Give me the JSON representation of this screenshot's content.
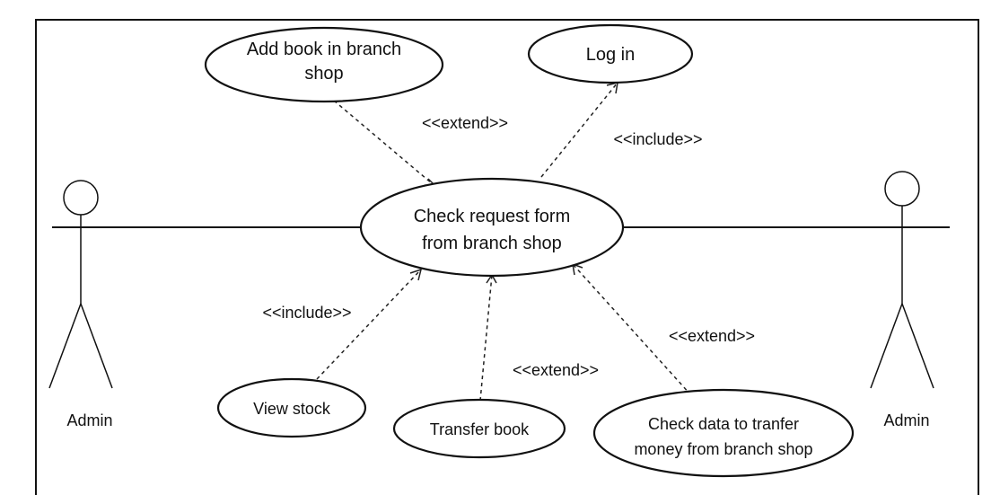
{
  "actors": [
    {
      "name": "Admin"
    },
    {
      "name": "Admin"
    }
  ],
  "use_cases": {
    "add_book": [
      "Add book in branch",
      "shop"
    ],
    "log_in": [
      "Log in"
    ],
    "check_request": [
      "Check request form",
      "from branch shop"
    ],
    "view_stock": [
      "View stock"
    ],
    "transfer_book": [
      "Transfer book"
    ],
    "check_data": [
      "Check data to tranfer",
      "money from branch shop"
    ]
  },
  "relations": {
    "add_book_to_check": "<<extend>>",
    "check_to_login": "<<include>>",
    "view_stock_to_check": "<<include>>",
    "transfer_to_check": "<<extend>>",
    "check_data_to_check": "<<extend>>"
  }
}
